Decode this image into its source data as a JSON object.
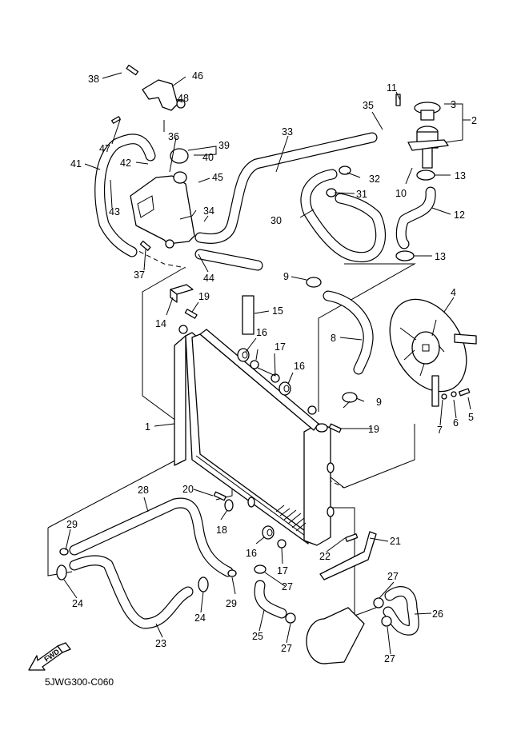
{
  "diagram": {
    "title_code": "5JWG300-C060",
    "direction_badge": "FWD",
    "line_color": "#000000",
    "background_color": "#ffffff"
  },
  "callouts": {
    "c1": "1",
    "c2": "2",
    "c3": "3",
    "c4": "4",
    "c5": "5",
    "c6": "6",
    "c7": "7",
    "c8": "8",
    "c9a": "9",
    "c9b": "9",
    "c10": "10",
    "c11": "11",
    "c12": "12",
    "c13a": "13",
    "c13b": "13",
    "c14": "14",
    "c15": "15",
    "c16a": "16",
    "c16b": "16",
    "c16c": "16",
    "c17a": "17",
    "c17b": "17",
    "c18": "18",
    "c19a": "19",
    "c19b": "19",
    "c20": "20",
    "c21": "21",
    "c22": "22",
    "c23": "23",
    "c24a": "24",
    "c24b": "24",
    "c25": "25",
    "c26": "26",
    "c27a": "27",
    "c27b": "27",
    "c27c": "27",
    "c27d": "27",
    "c28": "28",
    "c29a": "29",
    "c29b": "29",
    "c30": "30",
    "c31": "31",
    "c32": "32",
    "c33": "33",
    "c34": "34",
    "c35": "35",
    "c36": "36",
    "c37": "37",
    "c38": "38",
    "c39": "39",
    "c40": "40",
    "c41": "41",
    "c42": "42",
    "c43": "43",
    "c44": "44",
    "c45": "45",
    "c46": "46",
    "c47": "47",
    "c48": "48"
  }
}
